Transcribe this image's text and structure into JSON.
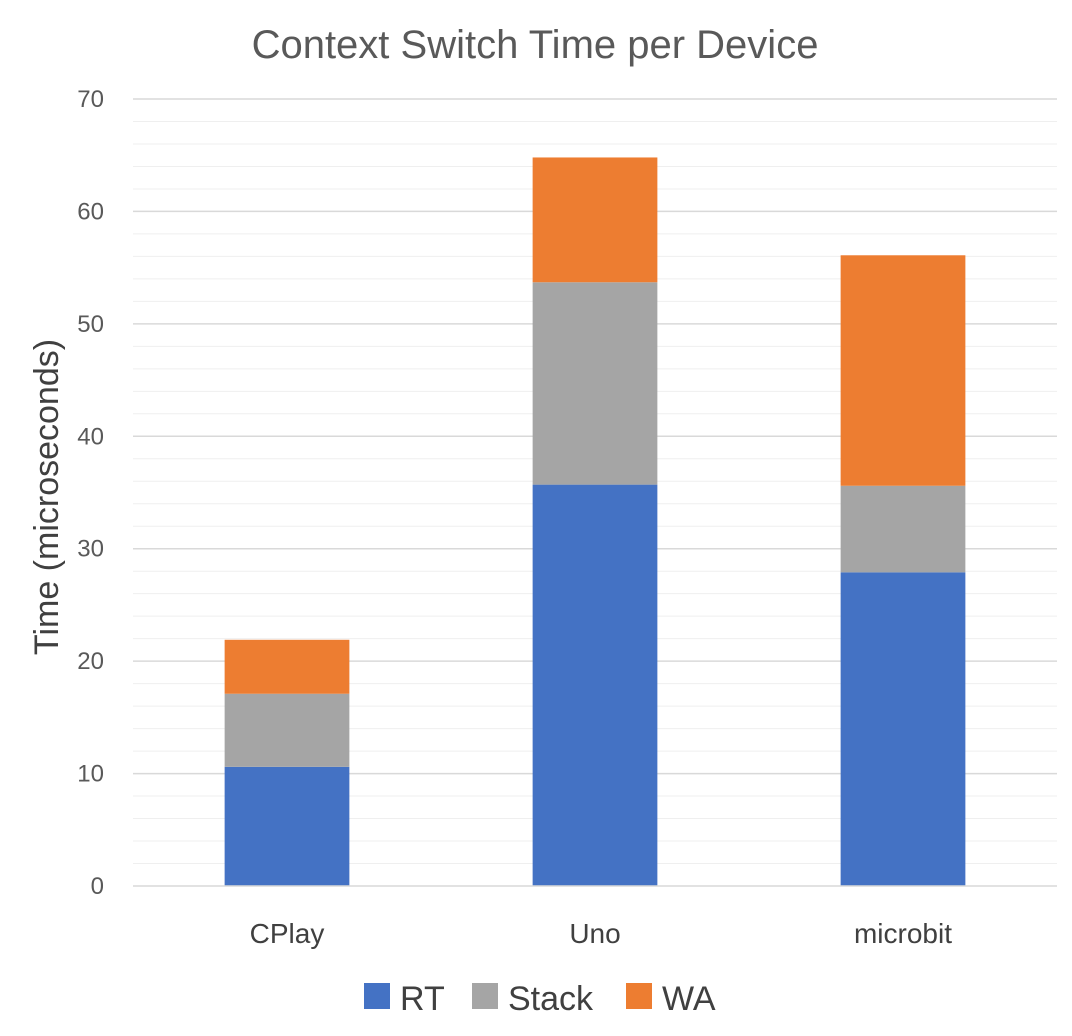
{
  "chart_data": {
    "type": "bar",
    "stacked": true,
    "title": "Context Switch Time per Device",
    "xlabel": "",
    "ylabel": "Time (microseconds)",
    "ylim": [
      0,
      70
    ],
    "yticks": [
      0,
      10,
      20,
      30,
      40,
      50,
      60,
      70
    ],
    "grid": true,
    "legend_position": "bottom",
    "categories": [
      "CPlay",
      "Uno",
      "microbit"
    ],
    "series": [
      {
        "name": "RT",
        "color": "#4472C4",
        "values": [
          10.6,
          35.7,
          27.9
        ]
      },
      {
        "name": "Stack",
        "color": "#A5A5A5",
        "values": [
          6.5,
          18.0,
          7.7
        ]
      },
      {
        "name": "WA",
        "color": "#ED7D31",
        "values": [
          4.8,
          11.1,
          20.5
        ]
      }
    ]
  }
}
